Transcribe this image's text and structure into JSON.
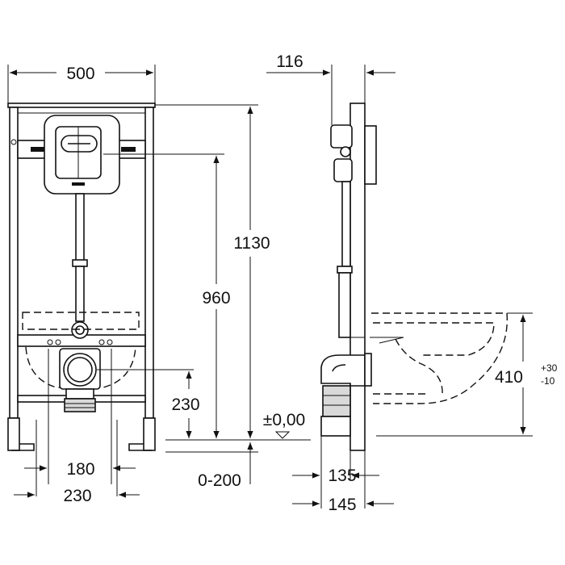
{
  "front_view": {
    "width_label": "500",
    "total_height_label": "1130",
    "actuator_height_label": "960",
    "drain_height_label": "230",
    "bolt_spacing_label": "180",
    "bolt_spacing_outer_label": "230"
  },
  "side_view": {
    "depth_label": "116",
    "floor_level_label": "±0,00",
    "adjust_label": "0-200",
    "pipe_depth_label": "135",
    "frame_depth_label": "145",
    "bowl_height_label": "410",
    "bowl_tol_plus": "+30",
    "bowl_tol_minus": "-10"
  }
}
